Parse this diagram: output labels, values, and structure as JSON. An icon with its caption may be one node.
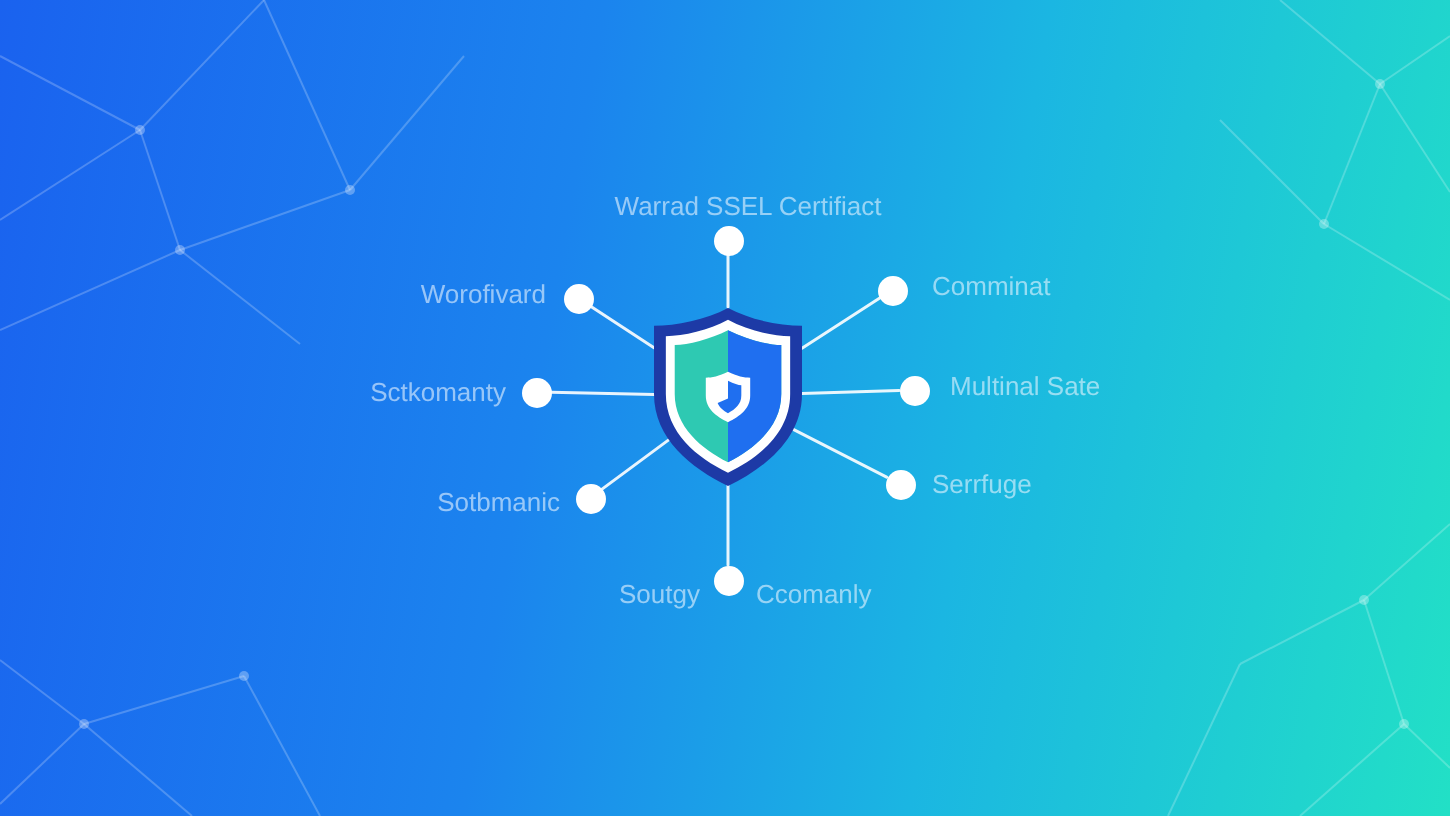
{
  "diagram": {
    "nodes": [
      {
        "text": [],
        "shape": "circle",
        "beside": [
          "Warrad SSEL Certifiact"
        ]
      },
      {
        "text": [],
        "shape": "circle",
        "beside": [
          "Worofivard"
        ]
      },
      {
        "text": [],
        "shape": "circle",
        "beside": [
          "Comminat"
        ]
      },
      {
        "text": [],
        "shape": "picture"
      },
      {
        "text": [],
        "shape": "circle",
        "beside": [
          "Sctkomanty"
        ]
      },
      {
        "text": [],
        "shape": "circle",
        "beside": [
          "Multinal Sate"
        ]
      },
      {
        "text": [],
        "shape": "circle",
        "beside": [
          "Sotbmanic"
        ]
      },
      {
        "text": [],
        "shape": "circle",
        "beside": [
          "Serrfuge"
        ]
      },
      {
        "text": [],
        "shape": "circle",
        "beside": [
          "Soutgy",
          "Ccomanly"
        ]
      }
    ],
    "edges": [
      {
        "from": 3,
        "to": 0,
        "arrow": "none"
      },
      {
        "from": 3,
        "to": 1,
        "arrow": "none"
      },
      {
        "from": 3,
        "to": 2,
        "arrow": "none"
      },
      {
        "from": 3,
        "to": 4,
        "arrow": "none"
      },
      {
        "from": 3,
        "to": 5,
        "arrow": "none"
      },
      {
        "from": 3,
        "to": 6,
        "arrow": "none"
      },
      {
        "from": 3,
        "to": 7,
        "arrow": "none"
      },
      {
        "from": 3,
        "to": 8,
        "arrow": "none"
      }
    ]
  }
}
